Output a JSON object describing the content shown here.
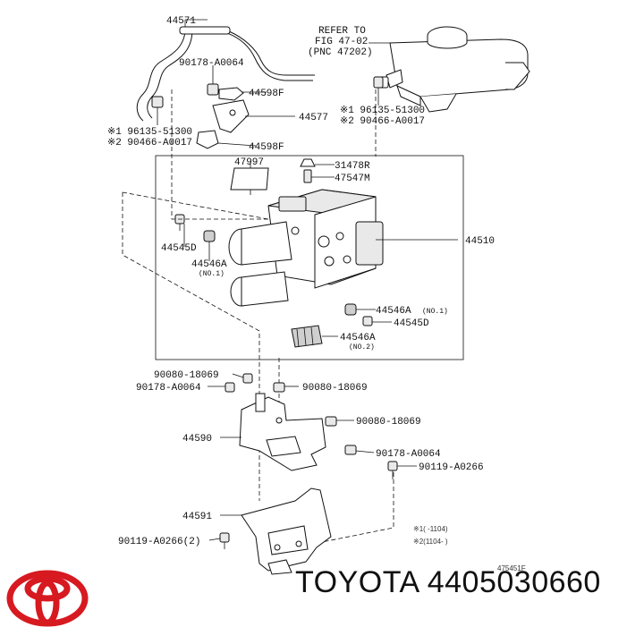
{
  "diagram": {
    "callouts": {
      "hose": "44571",
      "clamp_bolt_top": "90178-A0064",
      "bracket_upper": "44598F",
      "bracket_lower": "44598F",
      "bracket_assy": "44577",
      "ref_note_1": "REFER TO",
      "ref_note_2": "FIG 47-02",
      "ref_note_3": "(PNC 47202)",
      "clip_left_1": "※1 96135-51300",
      "clip_left_2": "※2 90466-A0017",
      "clip_right_1": "※1 96135-51300",
      "clip_right_2": "※2 90466-A0017",
      "label_plate": "47997",
      "bleeder_cap": "31478R",
      "bleeder_plug": "47547M",
      "actuator": "44510",
      "bolt_left": "44545D",
      "cushion_left": "44546A",
      "cushion_left_note": "(NO.1)",
      "cushion_right": "44546A",
      "cushion_right_note": "(NO.1)",
      "bolt_right": "44545D",
      "cushion_no2": "44546A",
      "cushion_no2_note": "(NO.2)",
      "bolt_a": "90080-18069",
      "bolt_b": "90178-A0064",
      "bolt_c": "90080-18069",
      "bolt_d": "90080-18069",
      "bolt_e": "90178-A0064",
      "bolt_f": "90119-A0266",
      "bracket_main": "44590",
      "bracket_sub": "44591",
      "bolt_g": "90119-A0266(2)",
      "legend_1": "※1(      -1104)",
      "legend_2": "※2(1104-      )",
      "fig_code": "475451F"
    }
  },
  "brand": {
    "name": "TOYOTA",
    "part_number": "4405030660",
    "logo_color": "#d71920"
  }
}
